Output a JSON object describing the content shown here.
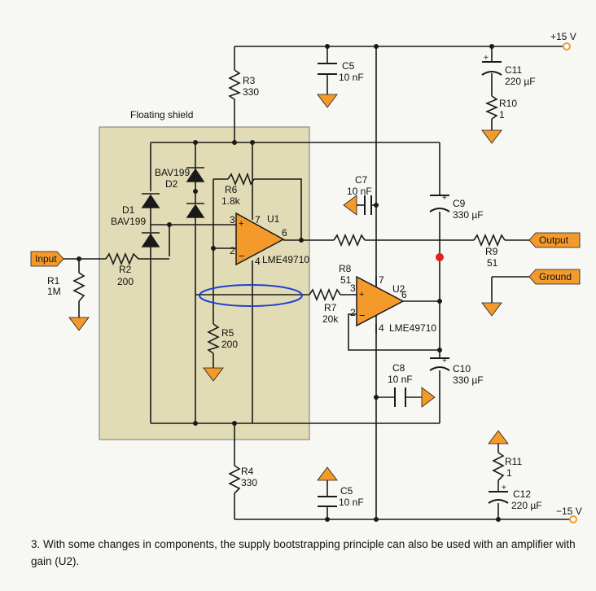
{
  "figure": {
    "shield_label": "Floating shield",
    "supply_pos": "+15 V",
    "supply_neg": "−15 V",
    "ports": {
      "input": "Input",
      "output": "Output",
      "ground": "Ground"
    },
    "components": {
      "R1": {
        "ref": "R1",
        "value": "1M"
      },
      "R2": {
        "ref": "R2",
        "value": "200"
      },
      "R3": {
        "ref": "R3",
        "value": "330"
      },
      "R4": {
        "ref": "R4",
        "value": "330"
      },
      "R5": {
        "ref": "R5",
        "value": "200"
      },
      "R6": {
        "ref": "R6",
        "value": "1.8k"
      },
      "R7": {
        "ref": "R7",
        "value": "20k"
      },
      "R8": {
        "ref": "R8",
        "value": "51"
      },
      "R9": {
        "ref": "R9",
        "value": "51"
      },
      "R10": {
        "ref": "R10",
        "value": "1"
      },
      "R11": {
        "ref": "R11",
        "value": "1"
      },
      "C5_top": {
        "ref": "C5",
        "value": "10 nF"
      },
      "C5_bottom": {
        "ref": "C5",
        "value": "10 nF"
      },
      "C7": {
        "ref": "C7",
        "value": "10 nF"
      },
      "C8": {
        "ref": "C8",
        "value": "10 nF"
      },
      "C9": {
        "ref": "C9",
        "value": "330 µF"
      },
      "C10": {
        "ref": "C10",
        "value": "330 µF"
      },
      "C11": {
        "ref": "C11",
        "value": "220 µF"
      },
      "C12": {
        "ref": "C12",
        "value": "220  µF"
      },
      "D1": {
        "ref": "D1",
        "part": "BAV199"
      },
      "D2": {
        "ref": "D2",
        "part": "BAV199"
      },
      "U1": {
        "ref": "U1",
        "part": "LME49710"
      },
      "U2": {
        "ref": "U2",
        "part": "LME49710"
      }
    },
    "pins": {
      "U1": {
        "noninv": "3",
        "inv": "2",
        "out": "6",
        "vpos": "7",
        "vneg": "4"
      },
      "U2": {
        "noninv": "3",
        "inv": "2",
        "out": "6",
        "vpos": "7",
        "vneg": "4"
      }
    },
    "colors": {
      "component_fill": "#f39a2b",
      "shield_fill": "#e1dcb5",
      "wire": "#1a1a1a",
      "highlight_ellipse": "#1f3fd1",
      "highlight_dot": "#e61e1e"
    }
  },
  "caption": "3. With some changes in components, the supply bootstrapping principle can also be used with an amplifier with gain (U2)."
}
